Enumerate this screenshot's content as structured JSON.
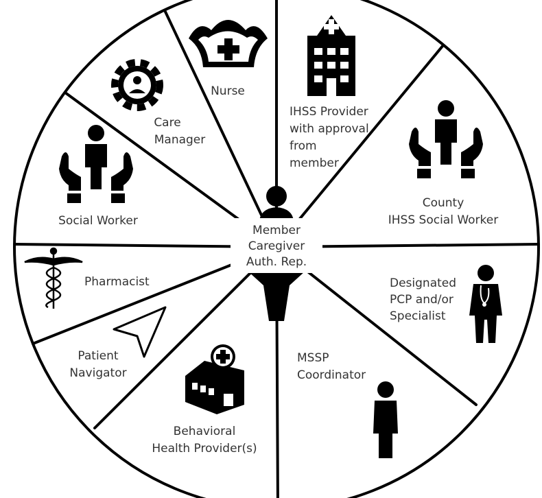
{
  "center": {
    "lines": [
      "Member",
      "Caregiver",
      "Auth. Rep."
    ],
    "icon": "person-silhouette-icon"
  },
  "segments": [
    {
      "key": "nurse",
      "icon": "nurse-cap-icon",
      "lines": [
        "Nurse"
      ]
    },
    {
      "key": "ihss-provider",
      "icon": "hospital-building-icon",
      "lines": [
        "IHSS Provider",
        "with approval",
        "from",
        "member"
      ]
    },
    {
      "key": "county-social-worker",
      "icon": "hands-person-icon",
      "lines": [
        "County",
        "IHSS Social Worker"
      ]
    },
    {
      "key": "pcp-specialist",
      "icon": "doctor-icon",
      "lines": [
        "Designated",
        "PCP and/or",
        "Specialist"
      ]
    },
    {
      "key": "mssp-coordinator",
      "icon": "person-icon",
      "lines": [
        "MSSP",
        "Coordinator"
      ]
    },
    {
      "key": "behavioral-health",
      "icon": "clinic-building-icon",
      "lines": [
        "Behavioral",
        "Health Provider(s)"
      ]
    },
    {
      "key": "patient-navigator",
      "icon": "navigation-arrow-icon",
      "lines": [
        "Patient",
        "Navigator"
      ]
    },
    {
      "key": "pharmacist",
      "icon": "caduceus-icon",
      "lines": [
        "Pharmacist"
      ]
    },
    {
      "key": "social-worker",
      "icon": "hands-person-icon",
      "lines": [
        "Social Worker"
      ]
    },
    {
      "key": "care-manager",
      "icon": "gear-person-icon",
      "lines": [
        "Care",
        "Manager"
      ]
    }
  ]
}
